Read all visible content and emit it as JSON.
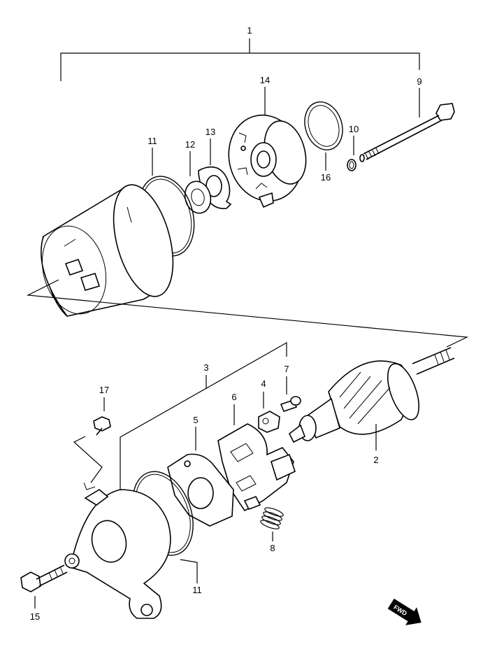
{
  "diagram": {
    "callouts": {
      "c1": "1",
      "c2": "2",
      "c3": "3",
      "c4": "4",
      "c5": "5",
      "c6": "6",
      "c7": "7",
      "c8": "8",
      "c9": "9",
      "c10": "10",
      "c11a": "11",
      "c11b": "11",
      "c12": "12",
      "c13": "13",
      "c14": "14",
      "c15": "15",
      "c16": "16",
      "c17": "17"
    },
    "fwd_label": "FWD"
  }
}
